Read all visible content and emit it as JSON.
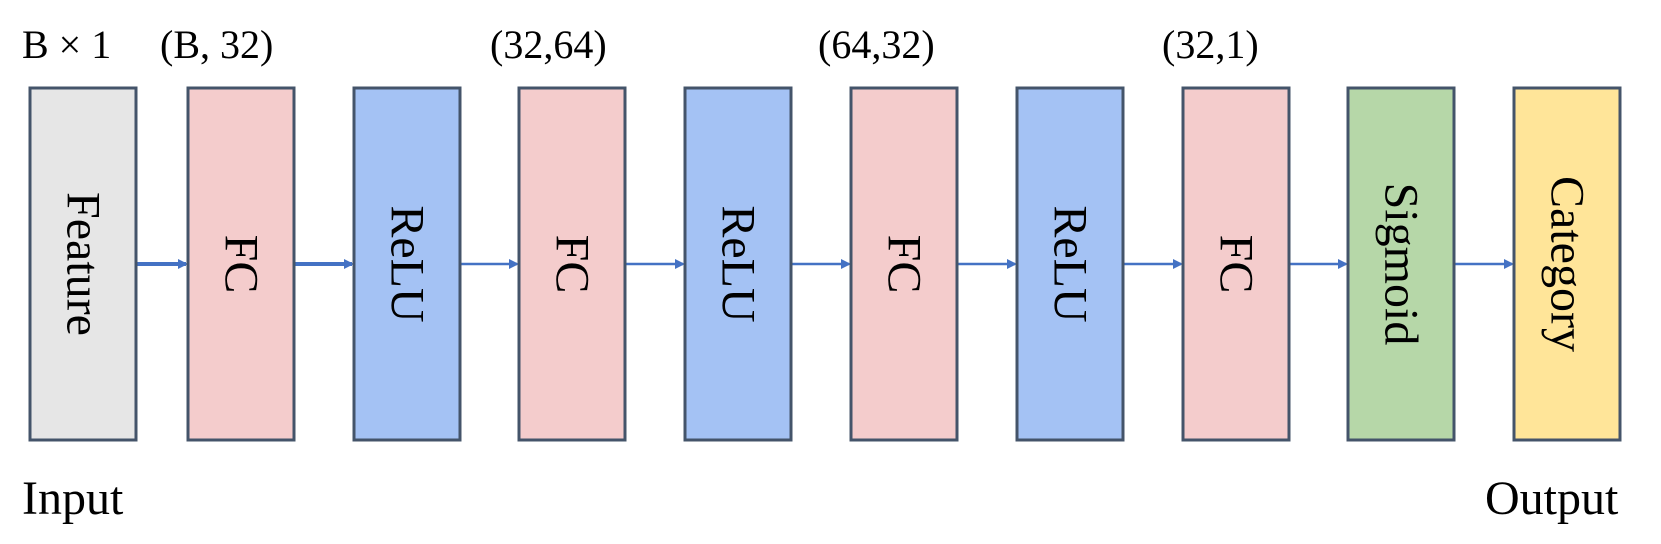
{
  "diagram": {
    "input_label": "Input",
    "output_label": "Output",
    "input_shape": "B × 1",
    "arrow_color": "#4472c4",
    "border_color": "#44546a",
    "blocks": [
      {
        "id": "feature",
        "label": "Feature",
        "fill": "#e6e6e6",
        "shape": "B × 1"
      },
      {
        "id": "fc1",
        "label": "FC",
        "fill": "#f4cccc",
        "shape": "(B, 32)"
      },
      {
        "id": "relu1",
        "label": "ReLU",
        "fill": "#a4c2f4",
        "shape": ""
      },
      {
        "id": "fc2",
        "label": "FC",
        "fill": "#f4cccc",
        "shape": "(32,64)"
      },
      {
        "id": "relu2",
        "label": "ReLU",
        "fill": "#a4c2f4",
        "shape": ""
      },
      {
        "id": "fc3",
        "label": "FC",
        "fill": "#f4cccc",
        "shape": "(64,32)"
      },
      {
        "id": "relu3",
        "label": "ReLU",
        "fill": "#a4c2f4",
        "shape": ""
      },
      {
        "id": "fc4",
        "label": "FC",
        "fill": "#f4cccc",
        "shape": "(32,1)"
      },
      {
        "id": "sigmoid",
        "label": "Sigmoid",
        "fill": "#b6d7a8",
        "shape": ""
      },
      {
        "id": "category",
        "label": "Category",
        "fill": "#ffe599",
        "shape": ""
      }
    ]
  }
}
